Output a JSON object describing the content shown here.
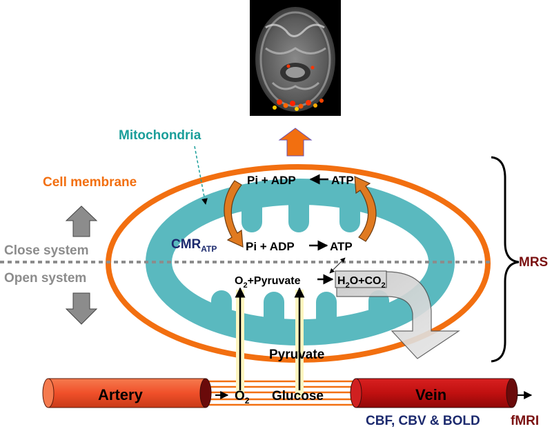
{
  "labels": {
    "mitochondria": "Mitochondria",
    "cell_membrane": "Cell membrane",
    "close_system": "Close system",
    "open_system": "Open system",
    "mrs": "MRS",
    "cmr": "CMR",
    "cmr_sub": "ATP",
    "top_reaction_left": "Pi + ADP",
    "top_reaction_right": "ATP",
    "mid_reaction_left": "Pi + ADP",
    "mid_reaction_right": "ATP",
    "o2": "O",
    "o2_sub": "2",
    "plus_pyruvate": "+Pyruvate",
    "h2o": "H",
    "h2o_sub": "2",
    "h2o_rest": "O+CO",
    "co2_sub": "2",
    "pyruvate": "Pyruvate",
    "artery": "Artery",
    "vessel_o2": "O",
    "vessel_o2_sub": "2",
    "glucose": "Glucose",
    "vein": "Vein",
    "cbf": "CBF, CBV & BOLD",
    "fmri": "fMRI"
  },
  "colors": {
    "orange": "#f26f10",
    "teal": "#5ab9bf",
    "teal_text": "#1a9e9a",
    "gray": "#8c8c8c",
    "navy": "#1c2a6e",
    "maroon": "#7a1010",
    "artery_red": "#f0502a",
    "vein_red": "#c01010",
    "brown_arrow": "#b85a15"
  }
}
